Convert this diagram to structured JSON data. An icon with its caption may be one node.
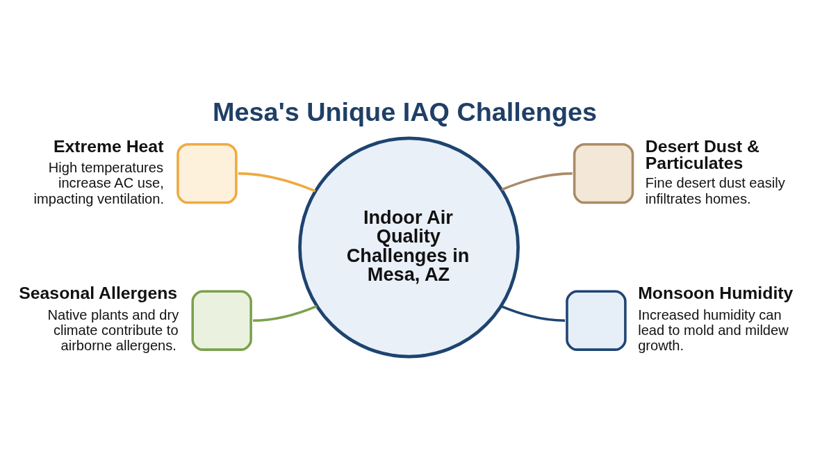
{
  "diagram": {
    "title": "Mesa's Unique IAQ Challenges",
    "nodes": [
      {
        "text": [
          "Extreme Heat",
          "High temperatures increase AC use, impacting ventilation."
        ]
      },
      {
        "text": [
          "Desert Dust & Particulates",
          "Fine desert dust easily infiltrates homes."
        ]
      },
      {
        "text": [
          "Indoor Air Quality Challenges in Mesa, AZ"
        ]
      },
      {
        "text": [
          "Seasonal Allergens",
          "Native plants and dry climate contribute to airborne allergens."
        ]
      },
      {
        "text": [
          "Monsoon Humidity",
          "Increased humidity can lead to mold and mildew growth."
        ]
      }
    ],
    "edges": [
      {
        "from": 0,
        "to": 2,
        "arrow": "none",
        "color": "#efaa3f"
      },
      {
        "from": 2,
        "to": 1,
        "arrow": "none",
        "color": "#a98b66"
      },
      {
        "from": 3,
        "to": 2,
        "arrow": "none",
        "color": "#7ba14d"
      },
      {
        "from": 2,
        "to": 4,
        "arrow": "none",
        "color": "#1f4572"
      }
    ]
  }
}
